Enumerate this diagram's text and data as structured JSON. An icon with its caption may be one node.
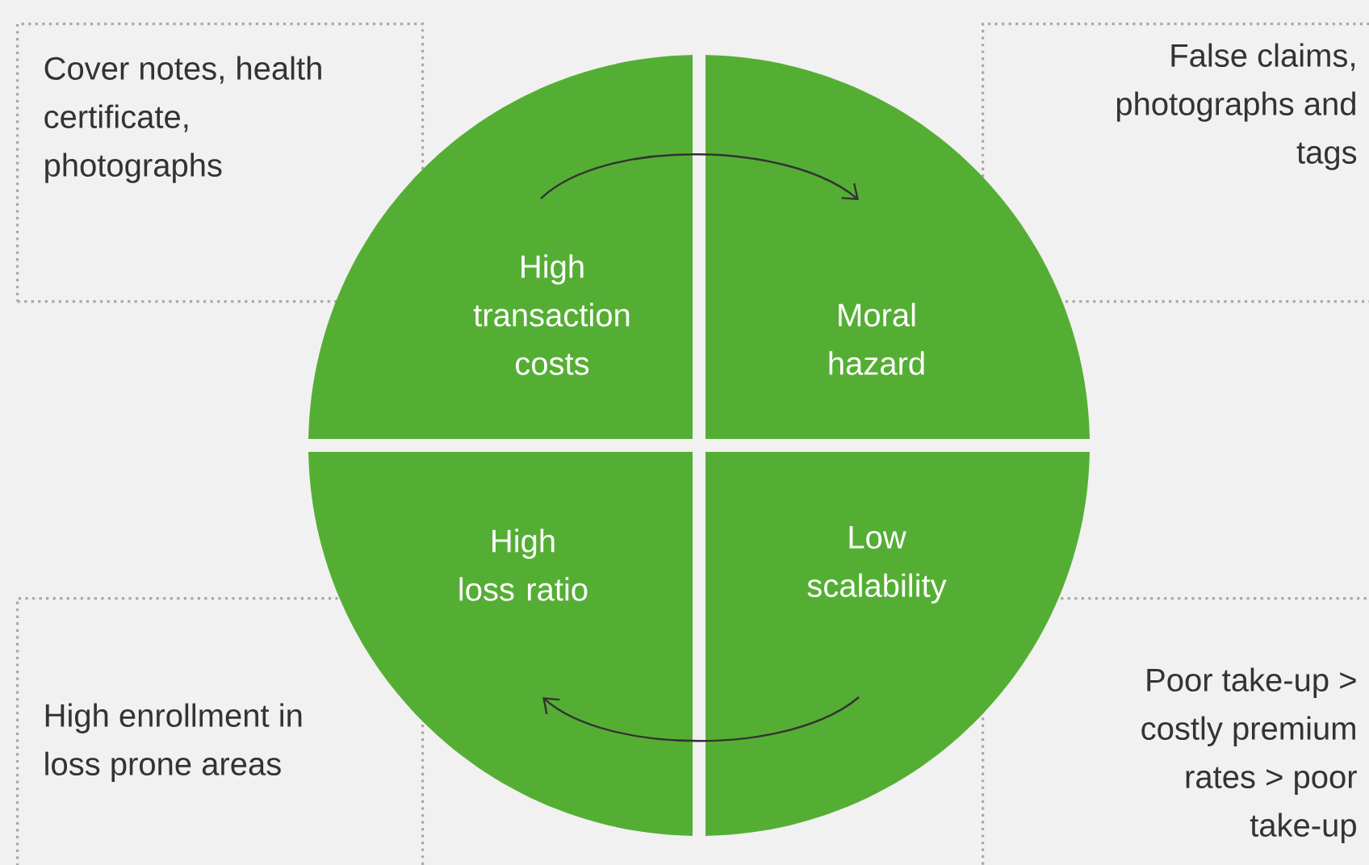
{
  "diagram": {
    "nodes": [
      {
        "text": [
          "Cover notes, health certificate, photographs"
        ]
      },
      {
        "text": [
          "False claims, photographs and tags"
        ]
      },
      {
        "text": [
          "High transaction costs"
        ]
      },
      {
        "text": [
          "Moral hazard"
        ]
      },
      {
        "text": [
          "High loss ratio"
        ]
      },
      {
        "text": [
          "Low scalability"
        ]
      },
      {
        "text": [
          "High enrollment in loss prone areas"
        ]
      },
      {
        "text": [
          "Poor take-up > costly premium rates > poor take-up"
        ]
      }
    ],
    "edges": [
      {
        "from": 2,
        "to": 3,
        "arrow": "to"
      },
      {
        "from": 5,
        "to": 4,
        "arrow": "to"
      }
    ]
  }
}
